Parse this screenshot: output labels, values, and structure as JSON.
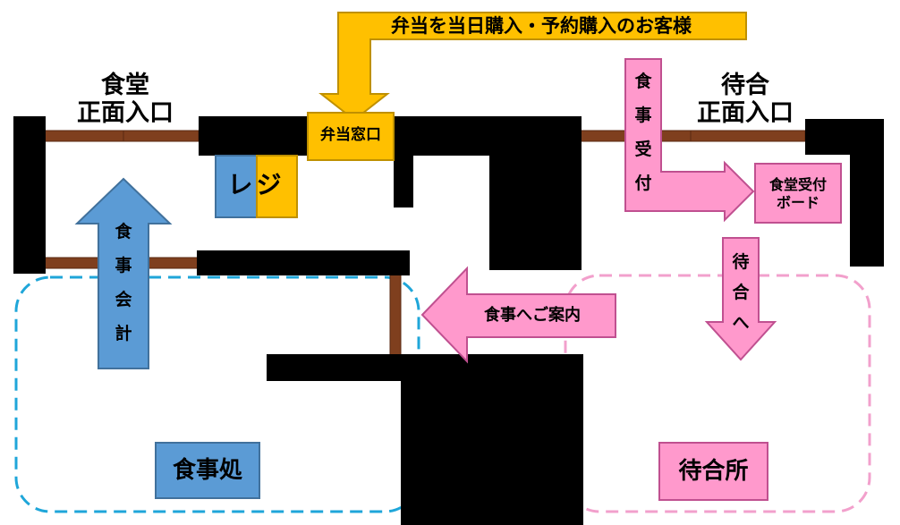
{
  "labels": {
    "dining_entrance": "食堂\n正面入口",
    "waiting_entrance": "待合\n正面入口",
    "bento_customers": "弁当を当日購入・予約購入のお客様",
    "bento_window": "弁当窓口",
    "register": "レジ",
    "meal_payment": "食事会計",
    "meal_reception": "食事受付",
    "reception_board": "食堂受付\nボード",
    "to_waiting": "待合へ",
    "meal_guide": "食事へご案内",
    "dining_area": "食事処",
    "waiting_area": "待合所"
  },
  "colors": {
    "wall": "#000000",
    "door": "#7f3f1e",
    "blue_fill": "#5b9bd5",
    "blue_stroke": "#41719c",
    "yellow_fill": "#ffc000",
    "yellow_stroke": "#bf9000",
    "pink_fill": "#ff99cc",
    "pink_stroke": "#c05090",
    "dining_dash": "#1fa6d9",
    "waiting_dash": "#f2a0cc"
  }
}
